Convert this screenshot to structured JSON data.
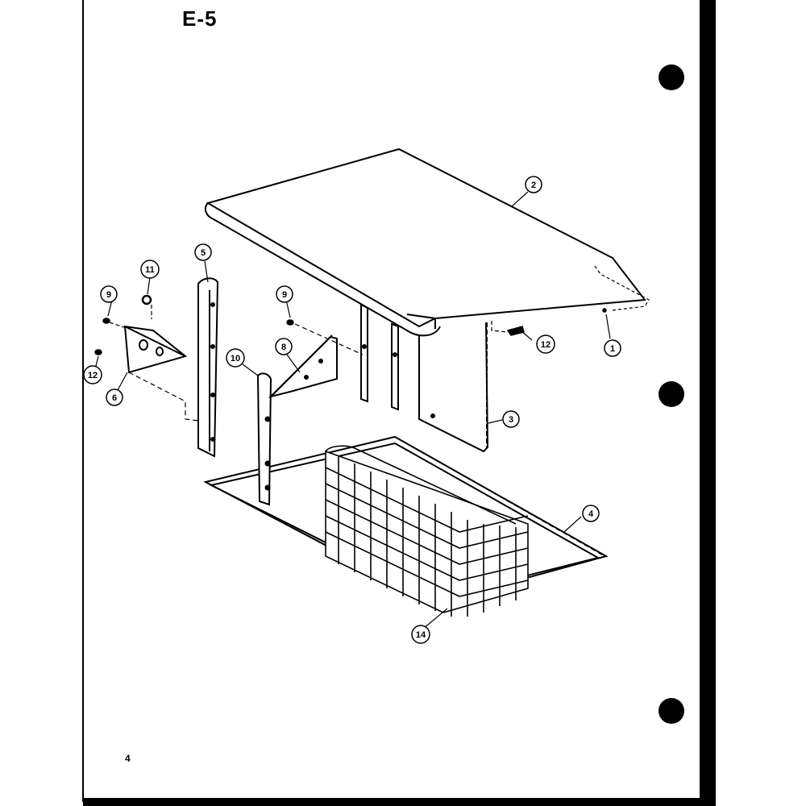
{
  "page": {
    "title": "E-5",
    "page_number": "4"
  },
  "callouts": [
    {
      "id": "1",
      "label": "1"
    },
    {
      "id": "2",
      "label": "2"
    },
    {
      "id": "3",
      "label": "3"
    },
    {
      "id": "4",
      "label": "4"
    },
    {
      "id": "5",
      "label": "5"
    },
    {
      "id": "6",
      "label": "6"
    },
    {
      "id": "8",
      "label": "8"
    },
    {
      "id": "9a",
      "label": "9"
    },
    {
      "id": "9b",
      "label": "9"
    },
    {
      "id": "10",
      "label": "10"
    },
    {
      "id": "11",
      "label": "11"
    },
    {
      "id": "12a",
      "label": "12"
    },
    {
      "id": "12b",
      "label": "12"
    },
    {
      "id": "14",
      "label": "14"
    }
  ],
  "colors": {
    "ink": "#000000",
    "paper": "#ffffff"
  }
}
